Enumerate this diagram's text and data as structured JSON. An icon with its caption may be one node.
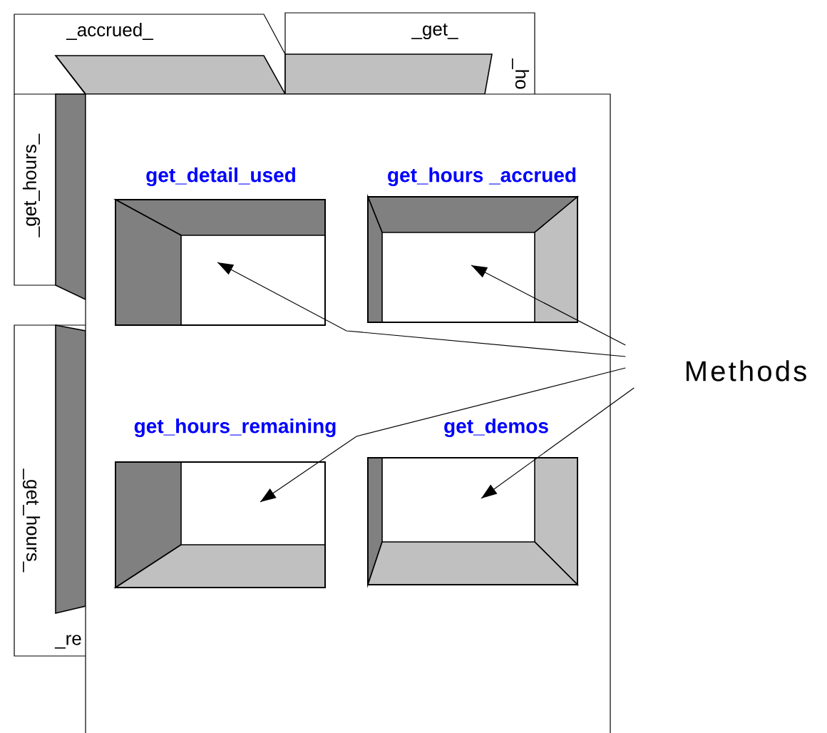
{
  "diagram": {
    "nodes": [
      {
        "text": [],
        "shape": "box"
      },
      {
        "text": [
          "get_detail_used"
        ],
        "in": 0
      },
      {
        "text": [
          "get_hours _accrued"
        ],
        "in": 0
      },
      {
        "text": [
          "get_hours_remaining"
        ],
        "in": 0
      },
      {
        "text": [
          "get_demos"
        ],
        "in": 0
      },
      {
        "text": [
          "Methods"
        ]
      }
    ],
    "edges": [
      {
        "from": 5,
        "to": 1,
        "arrow": "to"
      },
      {
        "from": 5,
        "to": 2,
        "arrow": "to"
      },
      {
        "from": 5,
        "to": 3,
        "arrow": "to"
      },
      {
        "from": 5,
        "to": 4,
        "arrow": "to"
      }
    ],
    "labels": [
      "_accrued_",
      "_get_",
      "_ho",
      "_get_hours_",
      "_get_hours_",
      "_re"
    ]
  }
}
